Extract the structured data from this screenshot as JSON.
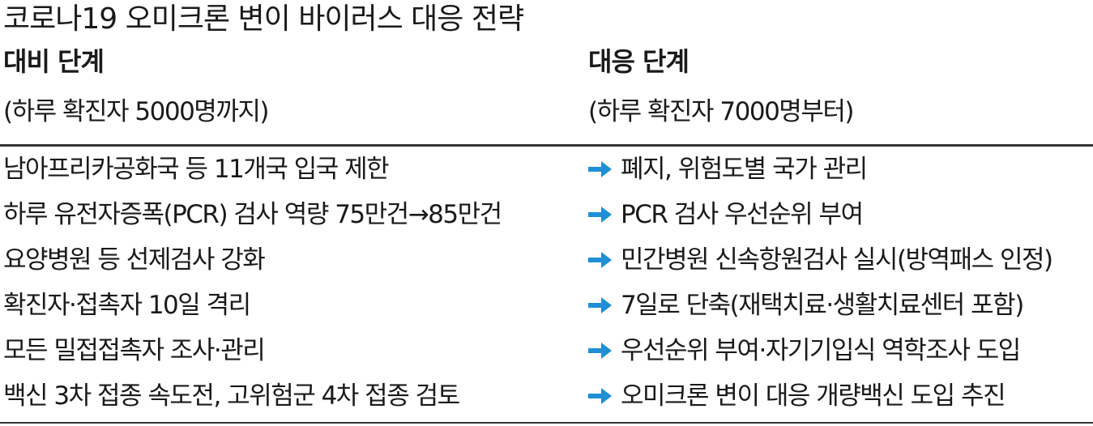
{
  "title": "코로나19 오미크론 변이 바이러스 대응 전략",
  "columns": {
    "left": {
      "header": "대비 단계",
      "subheader": "(하루 확진자 5000명까지)"
    },
    "right": {
      "header": "대응 단계",
      "subheader": "(하루 확진자 7000명부터)"
    }
  },
  "rows": [
    {
      "prep": "남아프리카공화국 등 11개국 입국 제한",
      "response": "폐지, 위험도별 국가 관리"
    },
    {
      "prep": "하루 유전자증폭(PCR) 검사 역량 75만건→85만건",
      "response": "PCR 검사 우선순위 부여"
    },
    {
      "prep": "요양병원 등 선제검사 강화",
      "response": "민간병원 신속항원검사 실시(방역패스 인정)"
    },
    {
      "prep": "확진자·접촉자 10일 격리",
      "response": "7일로 단축(재택치료·생활치료센터 포함)"
    },
    {
      "prep": "모든 밀접접촉자 조사·관리",
      "response": "우선순위 부여·자기기입식 역학조사 도입"
    },
    {
      "prep": "백신 3차 접종 속도전, 고위험군 4차 접종 검토",
      "response": "오미크론 변이 대응 개량백신 도입 추진"
    }
  ],
  "colors": {
    "text": "#1a1a1a",
    "arrow": "#1f8fd6",
    "rule": "#333333"
  },
  "icons": {
    "row_marker": "arrow-right-icon"
  }
}
